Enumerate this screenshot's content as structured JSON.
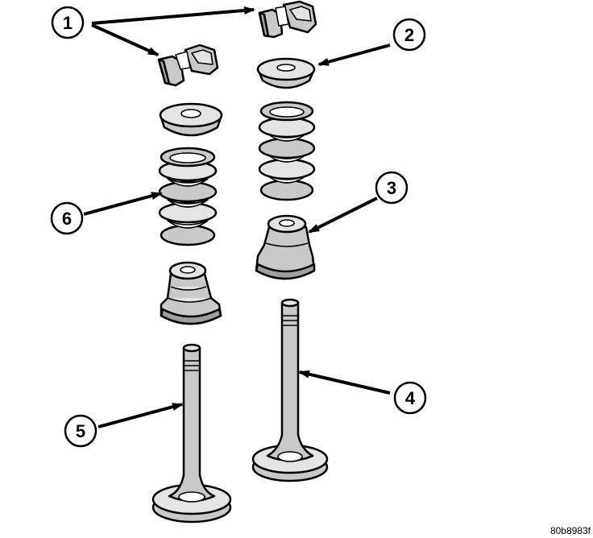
{
  "callouts": [
    {
      "number": "1"
    },
    {
      "number": "2"
    },
    {
      "number": "3"
    },
    {
      "number": "4"
    },
    {
      "number": "5"
    },
    {
      "number": "6"
    }
  ],
  "figure_code": "80b8983f"
}
